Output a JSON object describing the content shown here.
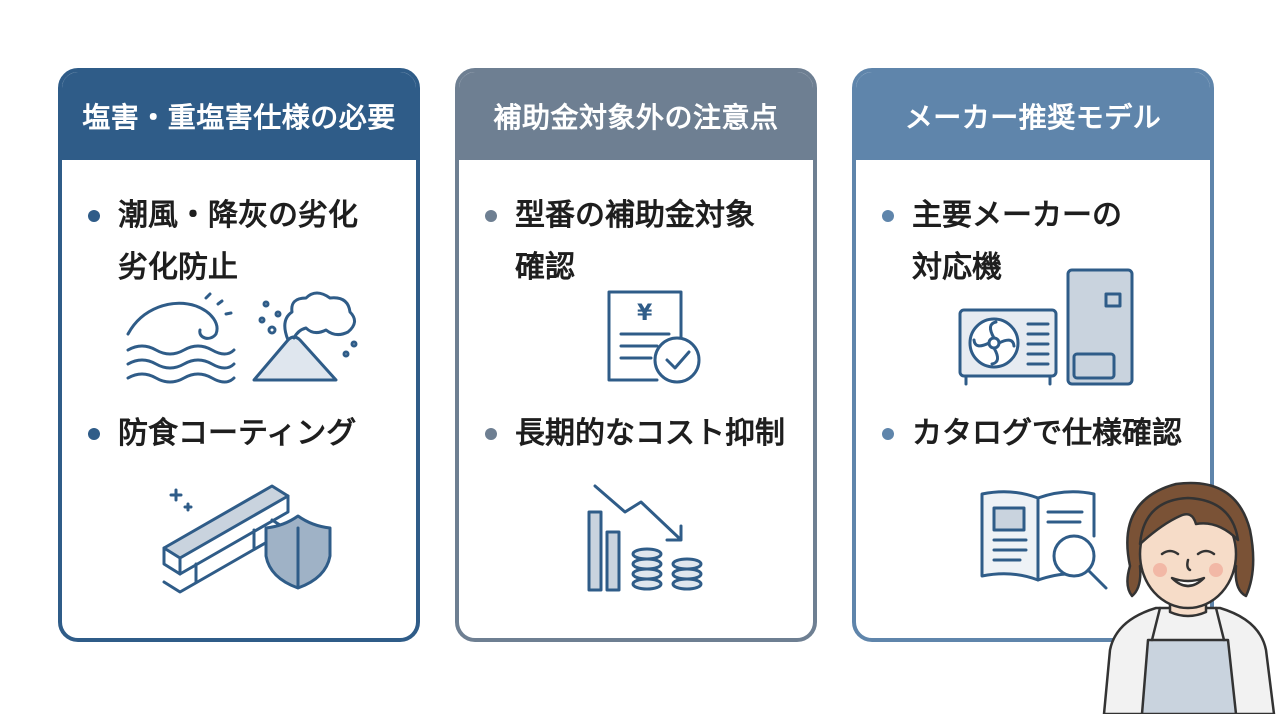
{
  "cards": [
    {
      "title": "塩害・重塩害仕様の必要",
      "header_color": "#2f5c88",
      "border_color": "#2f5c88",
      "bullet_color": "#2f5c88",
      "items": [
        {
          "lines": [
            "潮風・降灰の劣化",
            "劣化防止"
          ],
          "icon": "wave-volcano-icon"
        },
        {
          "lines": [
            "防食コーティング"
          ],
          "icon": "steel-beam-shield-icon"
        }
      ]
    },
    {
      "title": "補助金対象外の注意点",
      "header_color": "#6e7f92",
      "border_color": "#6e7f92",
      "bullet_color": "#6e7f92",
      "items": [
        {
          "lines": [
            "型番の補助金対象",
            "確認"
          ],
          "icon": "yen-document-check-icon",
          "icon_text": "¥"
        },
        {
          "lines": [
            "長期的なコスト抑制"
          ],
          "icon": "declining-cost-chart-icon"
        }
      ]
    },
    {
      "title": "メーカー推奨モデル",
      "header_color": "#5f85ab",
      "border_color": "#5f85ab",
      "bullet_color": "#5f85ab",
      "items": [
        {
          "lines": [
            "主要メーカーの",
            "対応機"
          ],
          "icon": "heat-pump-unit-icon"
        },
        {
          "lines": [
            "カタログで仕様確認"
          ],
          "icon": "catalog-magnifier-icon"
        }
      ]
    }
  ],
  "decor": {
    "person": "advisor-woman-illustration"
  }
}
